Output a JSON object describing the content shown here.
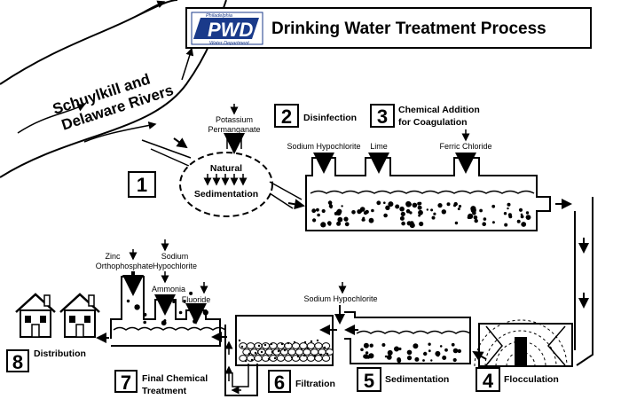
{
  "header": {
    "title": "Drinking Water Treatment Process",
    "logo_top": "Philadelphia",
    "logo_main": "PWD",
    "logo_bottom": "Water Department",
    "logo_color": "#1a3a8a"
  },
  "river": {
    "line1": "Schuylkill and",
    "line2": "Delaware Rivers"
  },
  "stage1": {
    "number": "1",
    "line1": "Natural",
    "line2": "Sedimentation",
    "chemical_line1": "Potassium",
    "chemical_line2": "Permanganate"
  },
  "stage2": {
    "number": "2",
    "label": "Disinfection",
    "chemical": "Sodium Hypochlorite"
  },
  "stage3": {
    "number": "3",
    "line1": "Chemical Addition",
    "line2": "for Coagulation",
    "chemical_a": "Lime",
    "chemical_b": "Ferric Chloride"
  },
  "stage4": {
    "number": "4",
    "label": "Flocculation"
  },
  "stage5": {
    "number": "5",
    "label": "Sedimentation",
    "chemical": "Sodium Hypochlorite"
  },
  "stage6": {
    "number": "6",
    "label": "Filtration"
  },
  "stage7": {
    "number": "7",
    "line1": "Final Chemical",
    "line2": "Treatment",
    "chem_zinc1": "Zinc",
    "chem_zinc2": "Orthophosphate",
    "chem_hypo1": "Sodium",
    "chem_hypo2": "Hypochlorite",
    "chem_ammonia": "Ammonia",
    "chem_fluoride": "Fluoride"
  },
  "stage8": {
    "number": "8",
    "label": "Distribution"
  }
}
